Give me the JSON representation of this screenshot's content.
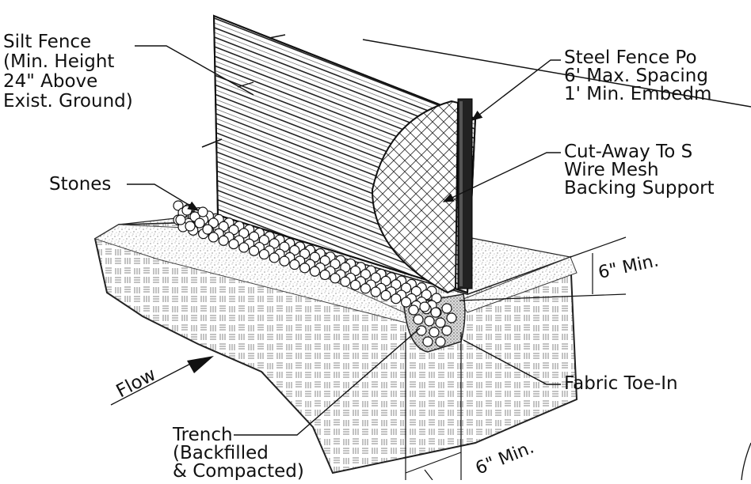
{
  "labels": {
    "silt_fence": [
      "Silt Fence",
      "(Min. Height",
      "24\" Above",
      "Exist. Ground)"
    ],
    "steel_post": [
      "Steel Fence Po",
      "6' Max. Spacing",
      "1' Min. Embedm"
    ],
    "cutaway": [
      "Cut-Away To S",
      "Wire Mesh",
      "Backing Support"
    ],
    "stones": "Stones",
    "depth_min": "6\" Min.",
    "fabric_toe": "Fabric Toe-In",
    "flow": "Flow",
    "trench": [
      "Trench",
      "(Backfilled",
      "& Compacted)"
    ],
    "width_min": "6\" Min."
  }
}
